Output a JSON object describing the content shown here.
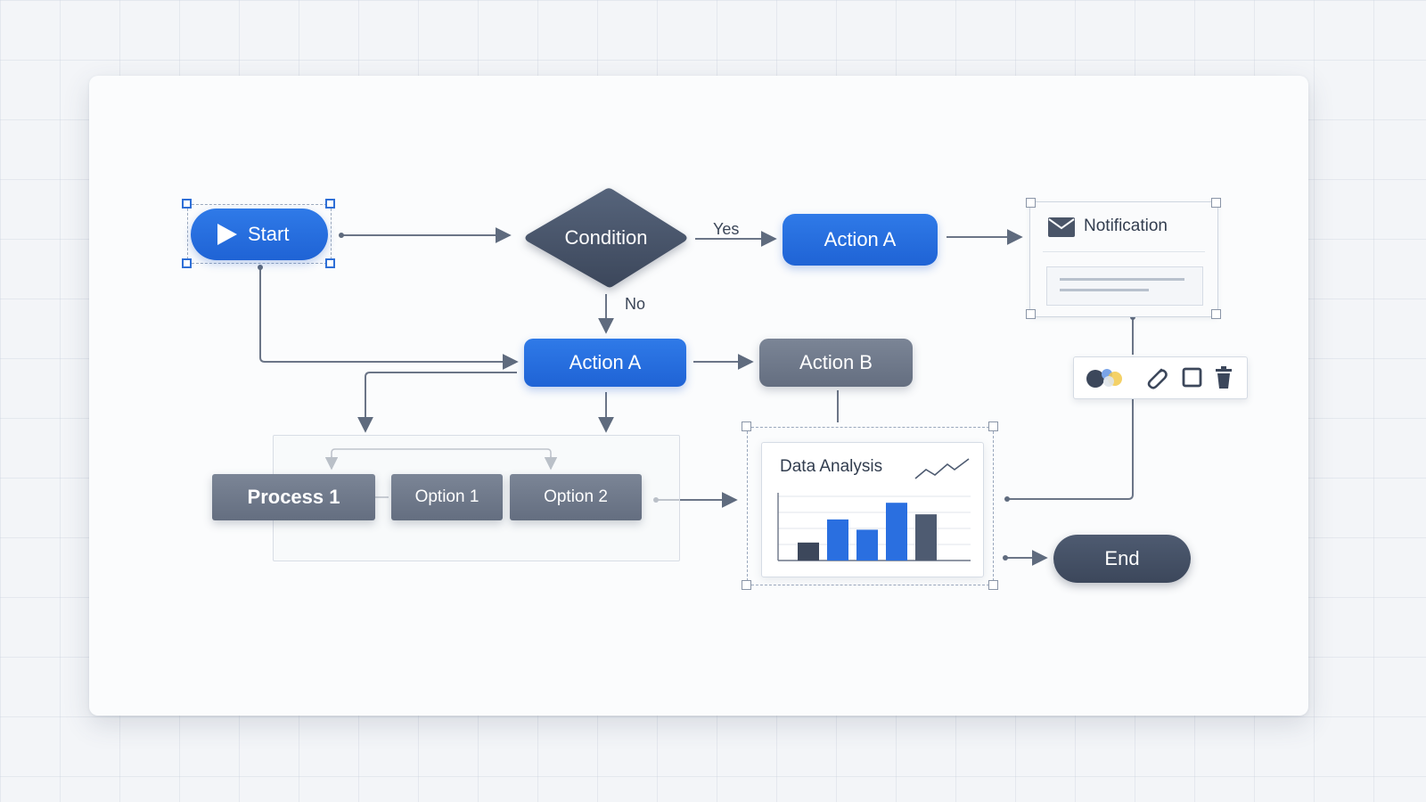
{
  "nodes": {
    "start": "Start",
    "condition": "Condition",
    "action_a_top": "Action A",
    "action_a_mid": "Action A",
    "action_b": "Action B",
    "process_1": "Process 1",
    "option_1": "Option 1",
    "option_2": "Option 2",
    "end": "End"
  },
  "edge_labels": {
    "yes": "Yes",
    "no": "No"
  },
  "notification": {
    "title": "Notification",
    "icon": "envelope-icon"
  },
  "data_analysis": {
    "title": "Data Analysis",
    "icon": "trend-line-icon",
    "bars": [
      {
        "value": 0.28,
        "color": "#3c475b"
      },
      {
        "value": 0.64,
        "color": "#2a6fe0"
      },
      {
        "value": 0.48,
        "color": "#2a6fe0"
      },
      {
        "value": 0.9,
        "color": "#2a6fe0"
      },
      {
        "value": 0.72,
        "color": "#4e5b71"
      }
    ]
  },
  "toolbar": {
    "buttons": [
      {
        "name": "color-palette-icon"
      },
      {
        "name": "paperclip-icon"
      },
      {
        "name": "square-shape-icon"
      },
      {
        "name": "trash-icon"
      }
    ]
  },
  "colors": {
    "accent": "#1f63d5",
    "gray_node": "#6b7587",
    "dark_node": "#3f4a5e",
    "connector": "#6b7587"
  }
}
